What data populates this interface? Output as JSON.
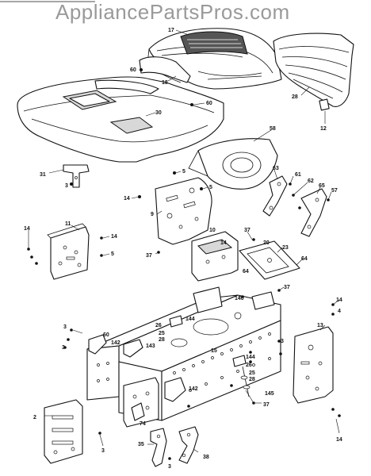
{
  "watermark": "AppliancePartsPros.com",
  "callouts": [
    {
      "id": "c17",
      "label": "17"
    },
    {
      "id": "c28",
      "label": "28"
    },
    {
      "id": "c60a",
      "label": "60"
    },
    {
      "id": "c18",
      "label": "18"
    },
    {
      "id": "c30",
      "label": "30"
    },
    {
      "id": "c60b",
      "label": "60"
    },
    {
      "id": "c12",
      "label": "12"
    },
    {
      "id": "c58",
      "label": "58"
    },
    {
      "id": "c31",
      "label": "31"
    },
    {
      "id": "c3a",
      "label": "3"
    },
    {
      "id": "c5a",
      "label": "5"
    },
    {
      "id": "c5b",
      "label": "5"
    },
    {
      "id": "c63",
      "label": "63"
    },
    {
      "id": "c61",
      "label": "61"
    },
    {
      "id": "c62",
      "label": "62"
    },
    {
      "id": "c65",
      "label": "65"
    },
    {
      "id": "c57",
      "label": "57"
    },
    {
      "id": "c14a",
      "label": "14"
    },
    {
      "id": "c9",
      "label": "9"
    },
    {
      "id": "c11",
      "label": "11"
    },
    {
      "id": "c14b",
      "label": "14"
    },
    {
      "id": "c14c",
      "label": "14"
    },
    {
      "id": "c5c",
      "label": "5"
    },
    {
      "id": "c37a",
      "label": "37"
    },
    {
      "id": "c10",
      "label": "10"
    },
    {
      "id": "c14d",
      "label": "14"
    },
    {
      "id": "c37b",
      "label": "37"
    },
    {
      "id": "c20",
      "label": "20"
    },
    {
      "id": "c23",
      "label": "23"
    },
    {
      "id": "c64a",
      "label": "64"
    },
    {
      "id": "c64b",
      "label": "64"
    },
    {
      "id": "c37c",
      "label": "37"
    },
    {
      "id": "c140",
      "label": "140"
    },
    {
      "id": "c14e",
      "label": "14"
    },
    {
      "id": "c4",
      "label": "4"
    },
    {
      "id": "c26a",
      "label": "26"
    },
    {
      "id": "c144a",
      "label": "144"
    },
    {
      "id": "c25a",
      "label": "25"
    },
    {
      "id": "c28b",
      "label": "28"
    },
    {
      "id": "c3b",
      "label": "3"
    },
    {
      "id": "c60c",
      "label": "60"
    },
    {
      "id": "c142a",
      "label": "142"
    },
    {
      "id": "c143",
      "label": "143"
    },
    {
      "id": "c13",
      "label": "13"
    },
    {
      "id": "c3c",
      "label": "3"
    },
    {
      "id": "c3d",
      "label": "3"
    },
    {
      "id": "c15",
      "label": "15"
    },
    {
      "id": "c144b",
      "label": "144"
    },
    {
      "id": "c26b",
      "label": "26"
    },
    {
      "id": "c25b",
      "label": "25"
    },
    {
      "id": "c28c",
      "label": "28"
    },
    {
      "id": "c142b",
      "label": "142"
    },
    {
      "id": "c145",
      "label": "145"
    },
    {
      "id": "c37d",
      "label": "37"
    },
    {
      "id": "c2",
      "label": "2"
    },
    {
      "id": "c74",
      "label": "74"
    },
    {
      "id": "c3e",
      "label": "3"
    },
    {
      "id": "c14f",
      "label": "14"
    },
    {
      "id": "c35",
      "label": "35"
    },
    {
      "id": "c3f",
      "label": "3"
    },
    {
      "id": "c38",
      "label": "38"
    }
  ]
}
